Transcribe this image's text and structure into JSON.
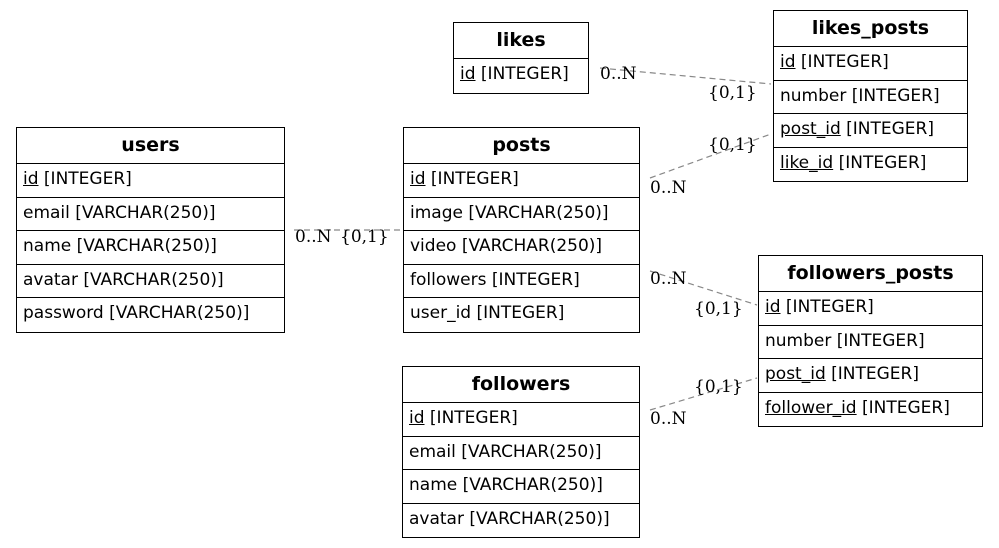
{
  "entities": {
    "likes": {
      "title": "likes",
      "rows": [
        {
          "name": "id",
          "type": "[INTEGER]",
          "key": true
        }
      ]
    },
    "likes_posts": {
      "title": "likes_posts",
      "rows": [
        {
          "name": "id",
          "type": "[INTEGER]",
          "key": true
        },
        {
          "name": "number",
          "type": "[INTEGER]",
          "key": false
        },
        {
          "name": "post_id",
          "type": "[INTEGER]",
          "key": true
        },
        {
          "name": "like_id",
          "type": "[INTEGER]",
          "key": true
        }
      ]
    },
    "users": {
      "title": "users",
      "rows": [
        {
          "name": "id",
          "type": "[INTEGER]",
          "key": true
        },
        {
          "name": "email",
          "type": "[VARCHAR(250)]",
          "key": false
        },
        {
          "name": "name",
          "type": "[VARCHAR(250)]",
          "key": false
        },
        {
          "name": "avatar",
          "type": "[VARCHAR(250)]",
          "key": false
        },
        {
          "name": "password",
          "type": "[VARCHAR(250)]",
          "key": false
        }
      ]
    },
    "posts": {
      "title": "posts",
      "rows": [
        {
          "name": "id",
          "type": "[INTEGER]",
          "key": true
        },
        {
          "name": "image",
          "type": "[VARCHAR(250)]",
          "key": false
        },
        {
          "name": "video",
          "type": "[VARCHAR(250)]",
          "key": false
        },
        {
          "name": "followers",
          "type": "[INTEGER]",
          "key": false
        },
        {
          "name": "user_id",
          "type": "[INTEGER]",
          "key": false
        }
      ]
    },
    "followers_posts": {
      "title": "followers_posts",
      "rows": [
        {
          "name": "id",
          "type": "[INTEGER]",
          "key": true
        },
        {
          "name": "number",
          "type": "[INTEGER]",
          "key": false
        },
        {
          "name": "post_id",
          "type": "[INTEGER]",
          "key": true
        },
        {
          "name": "follower_id",
          "type": "[INTEGER]",
          "key": true
        }
      ]
    },
    "followers": {
      "title": "followers",
      "rows": [
        {
          "name": "id",
          "type": "[INTEGER]",
          "key": true
        },
        {
          "name": "email",
          "type": "[VARCHAR(250)]",
          "key": false
        },
        {
          "name": "name",
          "type": "[VARCHAR(250)]",
          "key": false
        },
        {
          "name": "avatar",
          "type": "[VARCHAR(250)]",
          "key": false
        }
      ]
    }
  },
  "relationships": [
    {
      "from": "likes",
      "to": "likes_posts",
      "from_card": "0..N",
      "to_card": "{0,1}"
    },
    {
      "from": "posts",
      "to": "likes_posts",
      "from_card": "0..N",
      "to_card": "{0,1}"
    },
    {
      "from": "users",
      "to": "posts",
      "from_card": "0..N",
      "to_card": "{0,1}"
    },
    {
      "from": "posts",
      "to": "followers_posts",
      "from_card": "0..N",
      "to_card": "{0,1}"
    },
    {
      "from": "followers",
      "to": "followers_posts",
      "from_card": "0..N",
      "to_card": "{0,1}"
    }
  ],
  "colors": {
    "edge": "#888888",
    "border": "#000000"
  }
}
